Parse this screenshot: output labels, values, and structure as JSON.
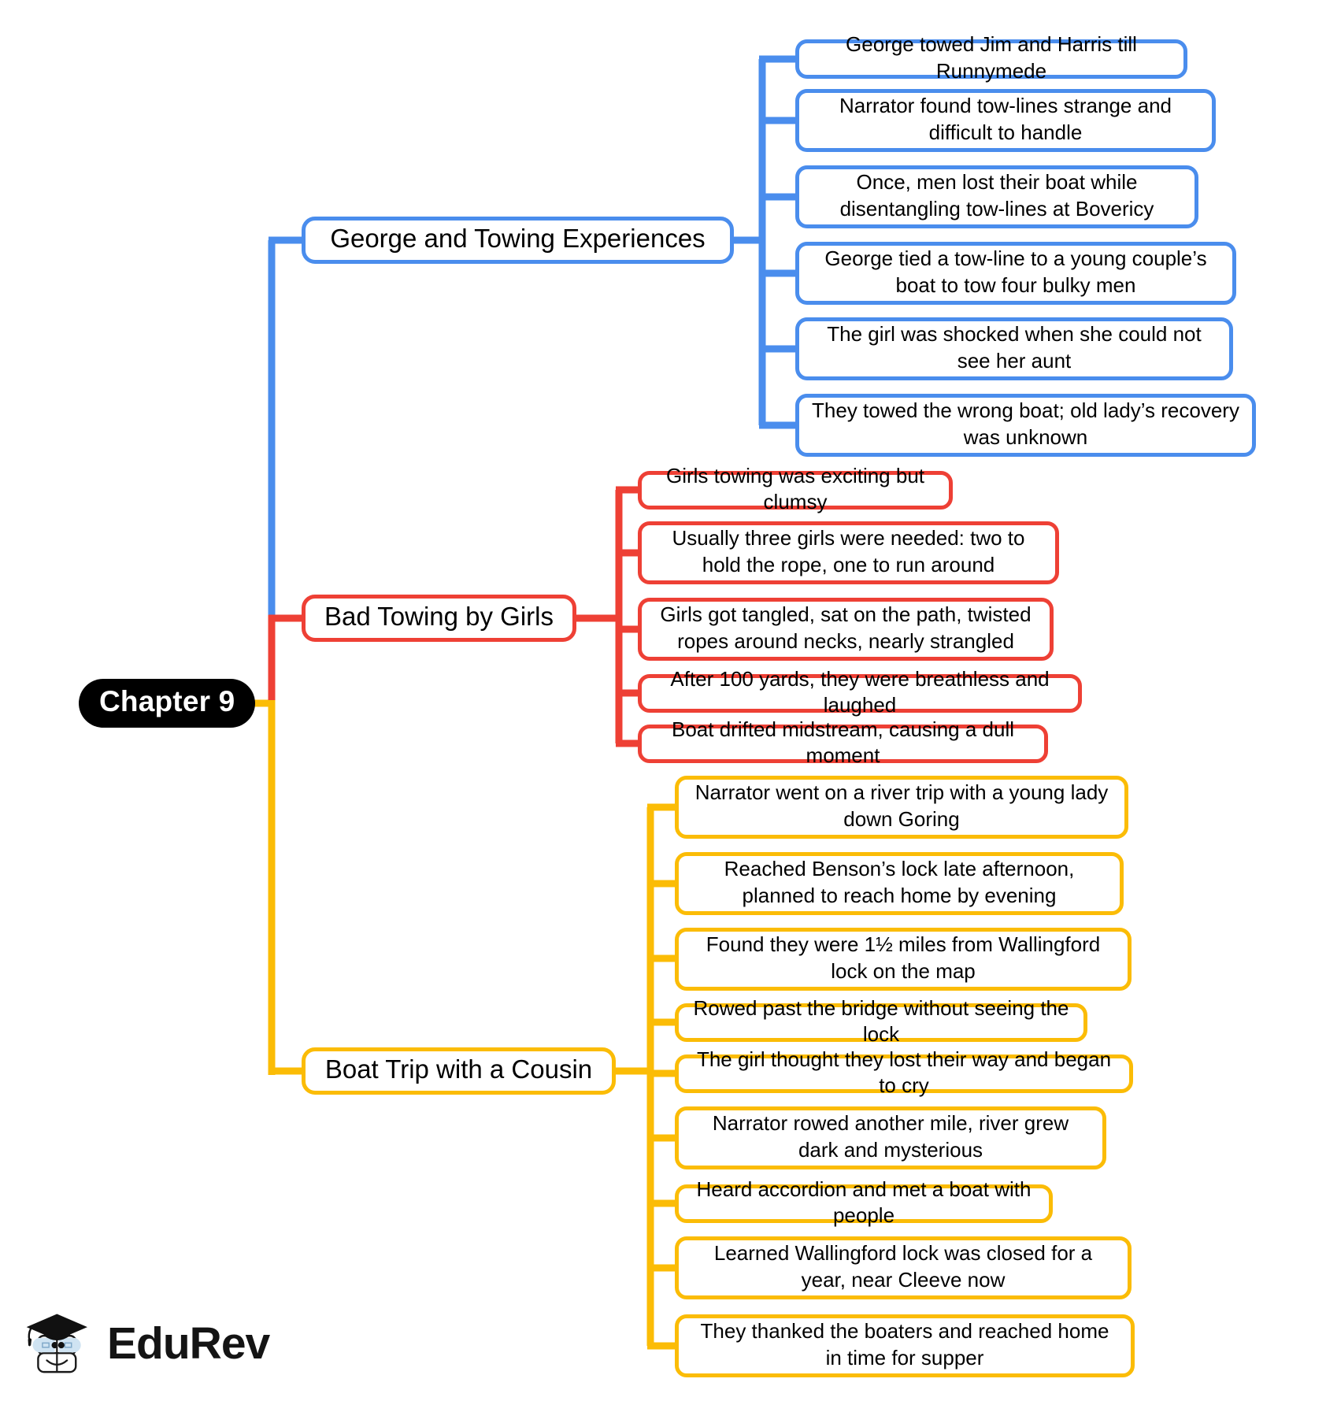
{
  "title": "Chapter 9 Mind Map",
  "root": {
    "label": "Chapter 9"
  },
  "colors": {
    "root_bg": "#000000",
    "root_text": "#ffffff",
    "branch_blue": "#4a8ded",
    "branch_red": "#ee4035",
    "branch_yellow": "#fbbc06",
    "canvas": "#ffffff",
    "text": "#000000"
  },
  "branches": [
    {
      "id": "george-and-towing-experiences",
      "label": "George and Towing Experiences",
      "color": "#4a8ded",
      "children": [
        {
          "label": "George towed Jim and Harris till Runnymede"
        },
        {
          "label": "Narrator found tow-lines strange and difficult to handle"
        },
        {
          "label": "Once, men lost their boat while disentangling tow-lines at Bovericy"
        },
        {
          "label": "George tied a tow-line to a young couple’s boat to tow four bulky men"
        },
        {
          "label": "The girl was shocked when she could not see her aunt"
        },
        {
          "label": "They towed the wrong boat; old lady’s recovery was unknown"
        }
      ]
    },
    {
      "id": "bad-towing-by-girls",
      "label": "Bad Towing by Girls",
      "color": "#ee4035",
      "children": [
        {
          "label": "Girls towing was exciting but clumsy"
        },
        {
          "label": "Usually three girls were needed: two to hold the rope, one to run around"
        },
        {
          "label": "Girls got tangled, sat on the path, twisted ropes around necks, nearly strangled"
        },
        {
          "label": "After 100 yards, they were breathless and laughed"
        },
        {
          "label": "Boat drifted midstream, causing a dull moment"
        }
      ]
    },
    {
      "id": "boat-trip-with-a-cousin",
      "label": "Boat Trip with a Cousin",
      "color": "#fbbc06",
      "children": [
        {
          "label": "Narrator went on a river trip with a young lady down Goring"
        },
        {
          "label": "Reached Benson’s lock late afternoon, planned to reach home by evening"
        },
        {
          "label": "Found they were 1½ miles from Wallingford lock on the map"
        },
        {
          "label": "Rowed past the bridge without seeing the lock"
        },
        {
          "label": "The girl thought they lost their way and began to cry"
        },
        {
          "label": "Narrator rowed another mile, river grew dark and mysterious"
        },
        {
          "label": "Heard accordion and met a boat with people"
        },
        {
          "label": "Learned Wallingford lock was closed for a year, near Cleeve now"
        },
        {
          "label": "They thanked the boaters and reached home in time for supper"
        }
      ]
    }
  ],
  "logo": {
    "wordmark": "EduRev"
  }
}
